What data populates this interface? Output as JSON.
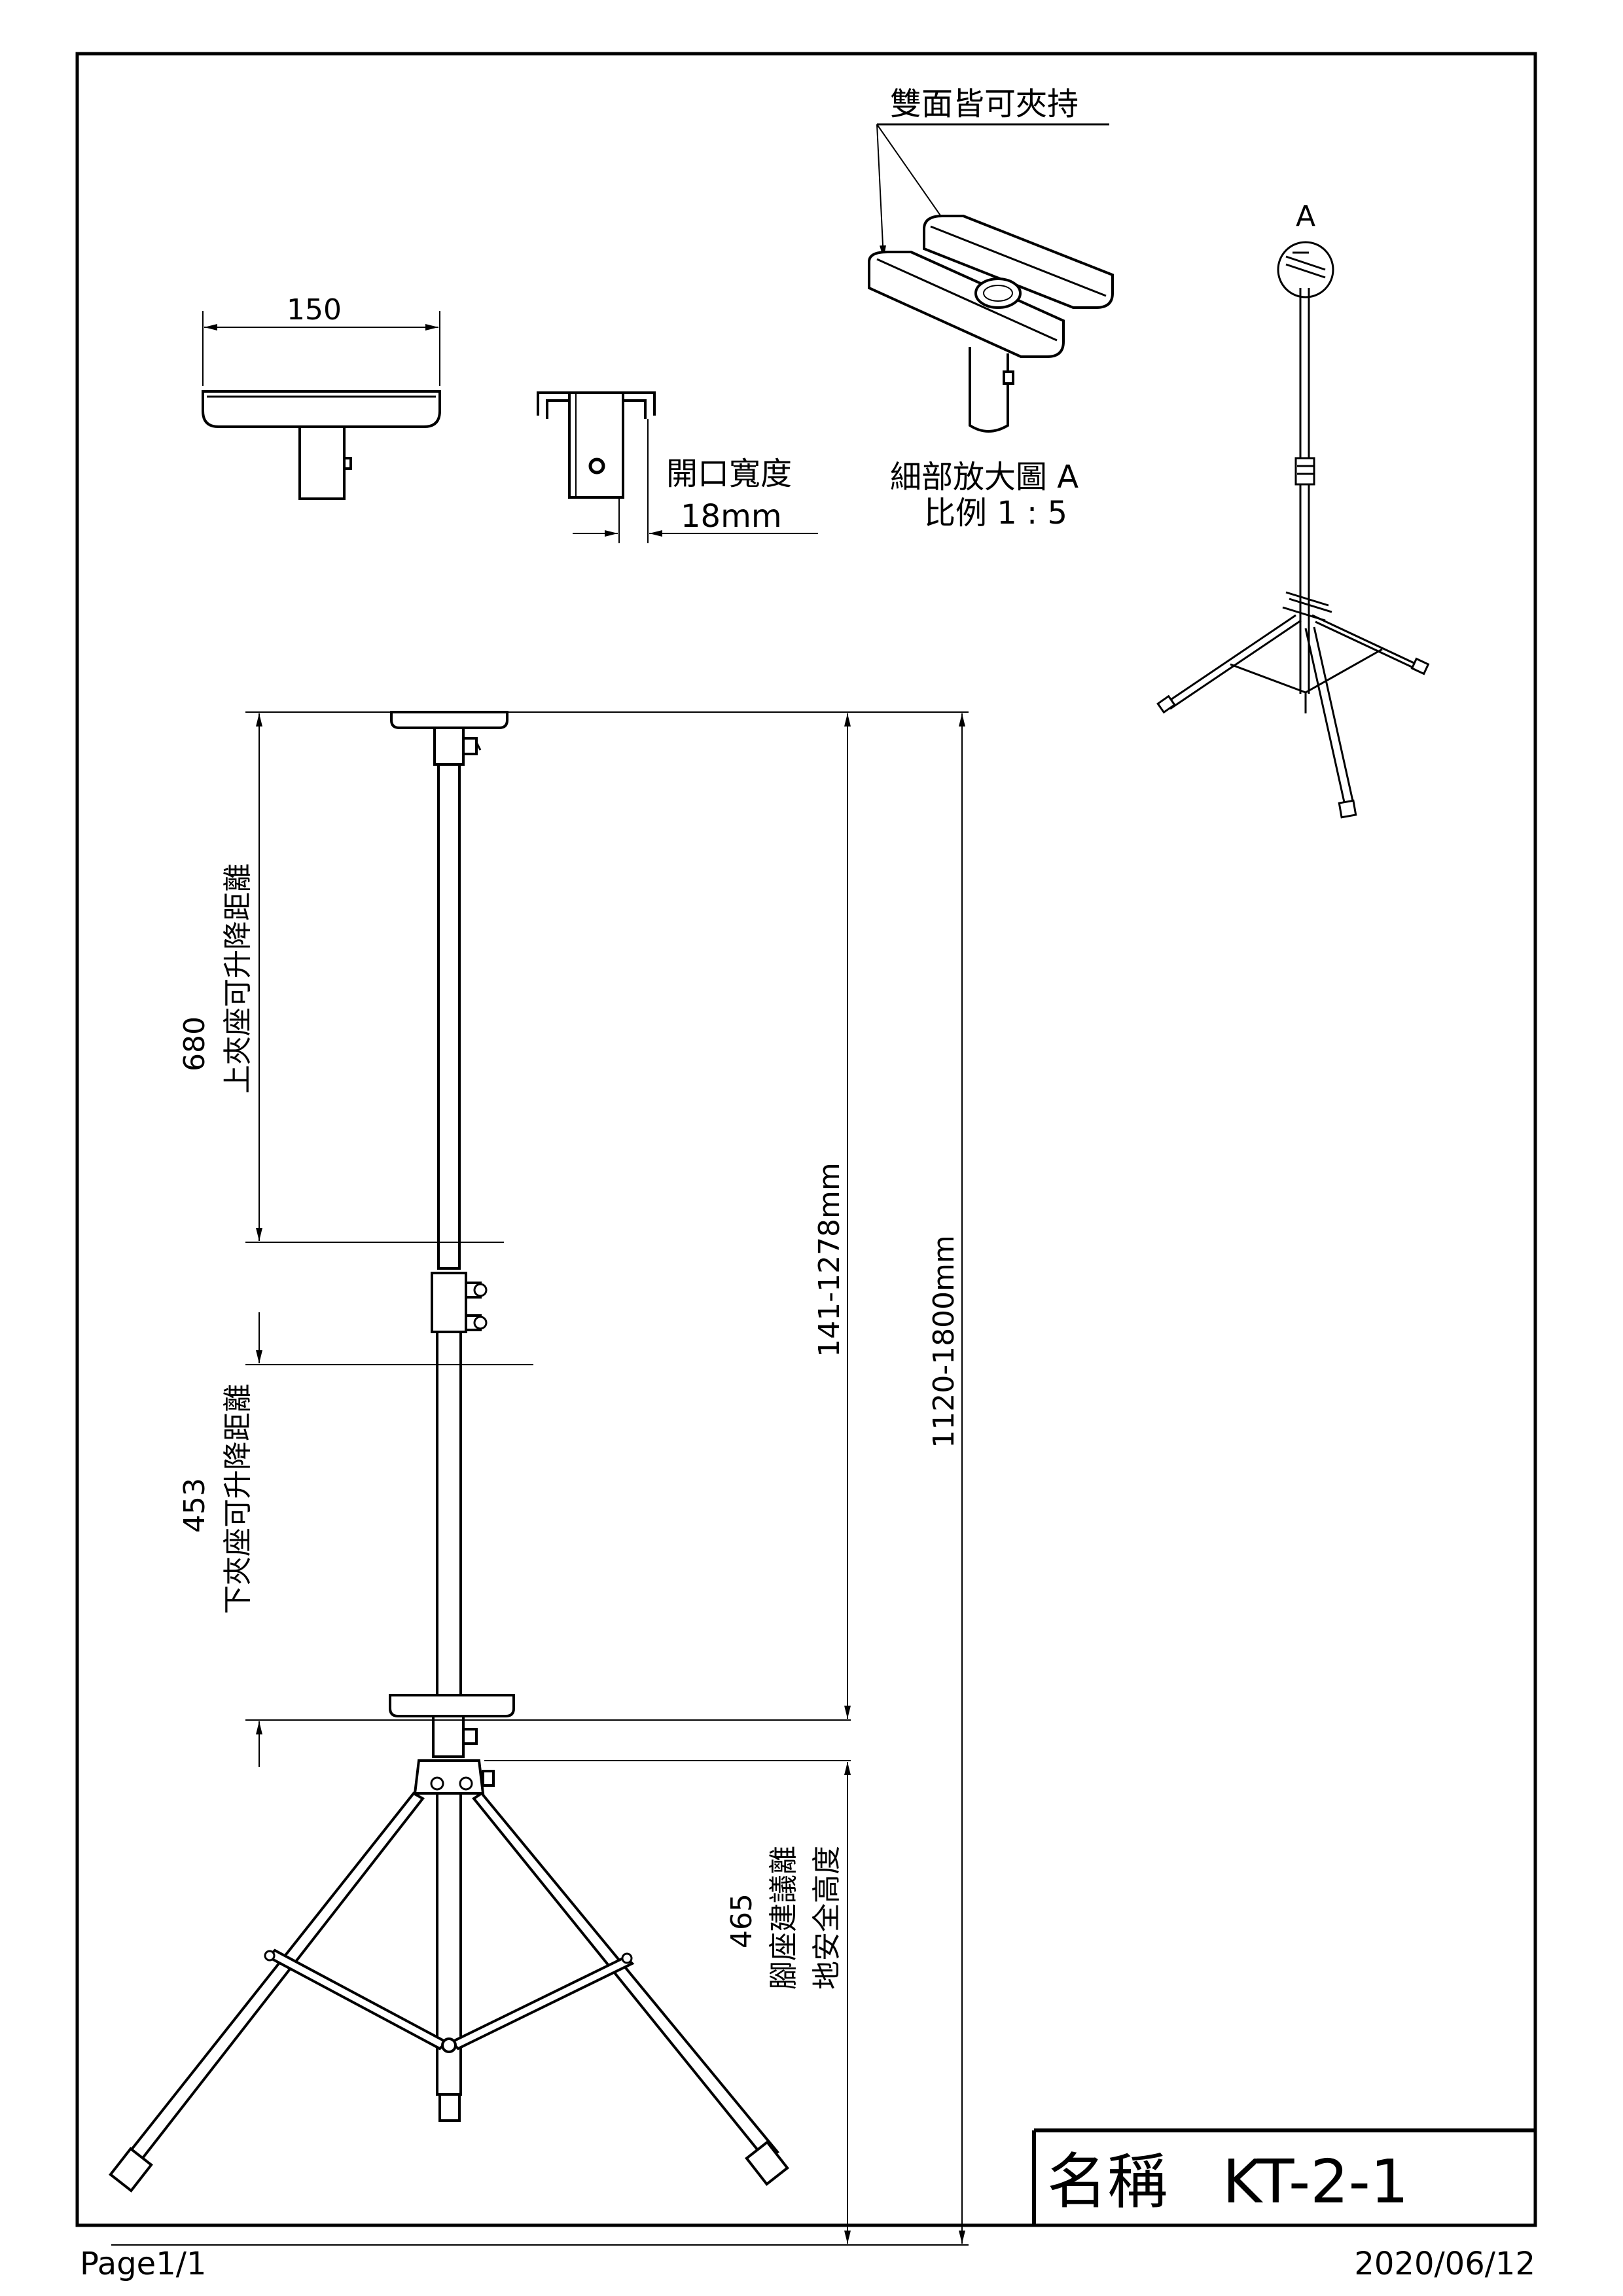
{
  "top_view": {
    "width_label": "150"
  },
  "clip_detail": {
    "label": "開口寬度",
    "value": "18mm"
  },
  "detail_a": {
    "callout": "雙面皆可夾持",
    "title": "細部放大圖 A",
    "scale": "比例 1 : 5"
  },
  "iso_view": {
    "marker": "A"
  },
  "main_view": {
    "upper_travel": {
      "value": "680",
      "label": "上夾座可升降距離"
    },
    "lower_travel": {
      "value": "453",
      "label": "下夾座可升降距離"
    },
    "seat_range": "141-1278mm",
    "overall_height": "1120-1800mm",
    "foot_height": {
      "value": "465",
      "label1": "腳座建議離",
      "label2": "地安全高度"
    }
  },
  "title_block": {
    "name_label": "名稱",
    "model": "KT-2-1"
  },
  "footer": {
    "page": "Page1/1",
    "date": "2020/06/12"
  }
}
